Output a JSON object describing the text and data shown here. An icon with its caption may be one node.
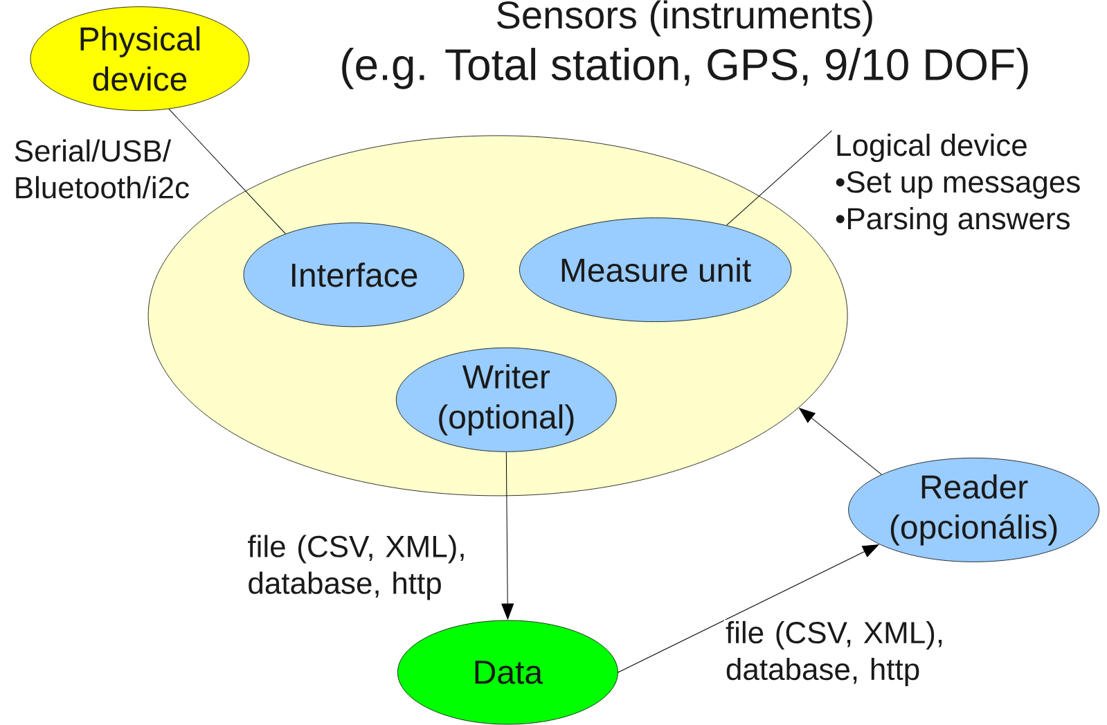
{
  "diagram": {
    "title": "Sensors (instruments)",
    "nodes": [
      {
        "text": [
          "Physical device"
        ]
      },
      {
        "text": [],
        "shape": "ellipse"
      },
      {
        "text": [
          "Interface"
        ],
        "in": 1
      },
      {
        "text": [
          "Measure unit"
        ],
        "in": 1
      },
      {
        "text": [
          "Writer (optional)"
        ],
        "in": 1
      },
      {
        "text": [
          "Logical device",
          "•Set up messages",
          "•Parsing answers"
        ]
      },
      {
        "text": [
          "Reader (opcionális)"
        ]
      },
      {
        "text": [
          "Data"
        ]
      }
    ],
    "edges": [
      {
        "from": 0,
        "to": 2,
        "arrow": "none",
        "label": "Serial/USB/ Bluetooth/i2c"
      },
      {
        "from": 5,
        "to": 3,
        "arrow": "none"
      },
      {
        "from": 4,
        "to": 7,
        "arrow": "to",
        "label": "file (CSV, XML), database, http"
      },
      {
        "from": 7,
        "to": 6,
        "arrow": "to",
        "label": "file (CSV, XML), database, http"
      },
      {
        "from": 6,
        "to": 1,
        "arrow": "to"
      }
    ],
    "labels": [
      "(e.g. Total station, GPS, 9/10 DOF)"
    ]
  }
}
